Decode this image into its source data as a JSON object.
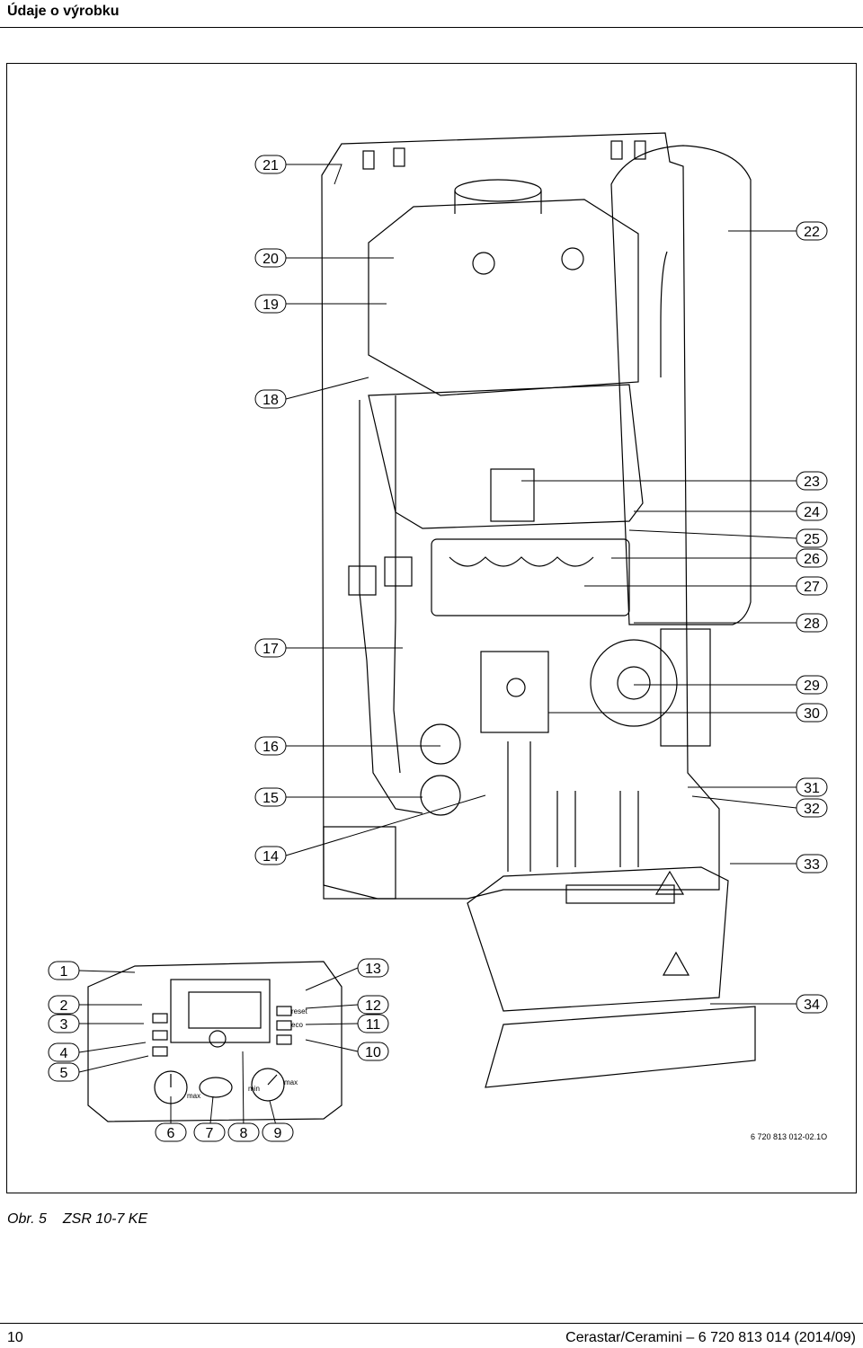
{
  "header": {
    "title": "Údaje o výrobku"
  },
  "figure": {
    "image_code": "6 720 813 012-02.1O",
    "panel_labels": {
      "reset": "reset",
      "eco": "eco",
      "min": "min",
      "max": "max"
    }
  },
  "callouts": [
    "1",
    "2",
    "3",
    "4",
    "5",
    "6",
    "7",
    "8",
    "9",
    "10",
    "11",
    "12",
    "13",
    "14",
    "15",
    "16",
    "17",
    "18",
    "19",
    "20",
    "21",
    "22",
    "23",
    "24",
    "25",
    "26",
    "27",
    "28",
    "29",
    "30",
    "31",
    "32",
    "33",
    "34"
  ],
  "caption": {
    "label": "Obr. 5",
    "text": "ZSR 10-7 KE"
  },
  "footer": {
    "page_number": "10",
    "document": "Cerastar/Ceramini – 6 720 813 014 (2014/09)"
  }
}
